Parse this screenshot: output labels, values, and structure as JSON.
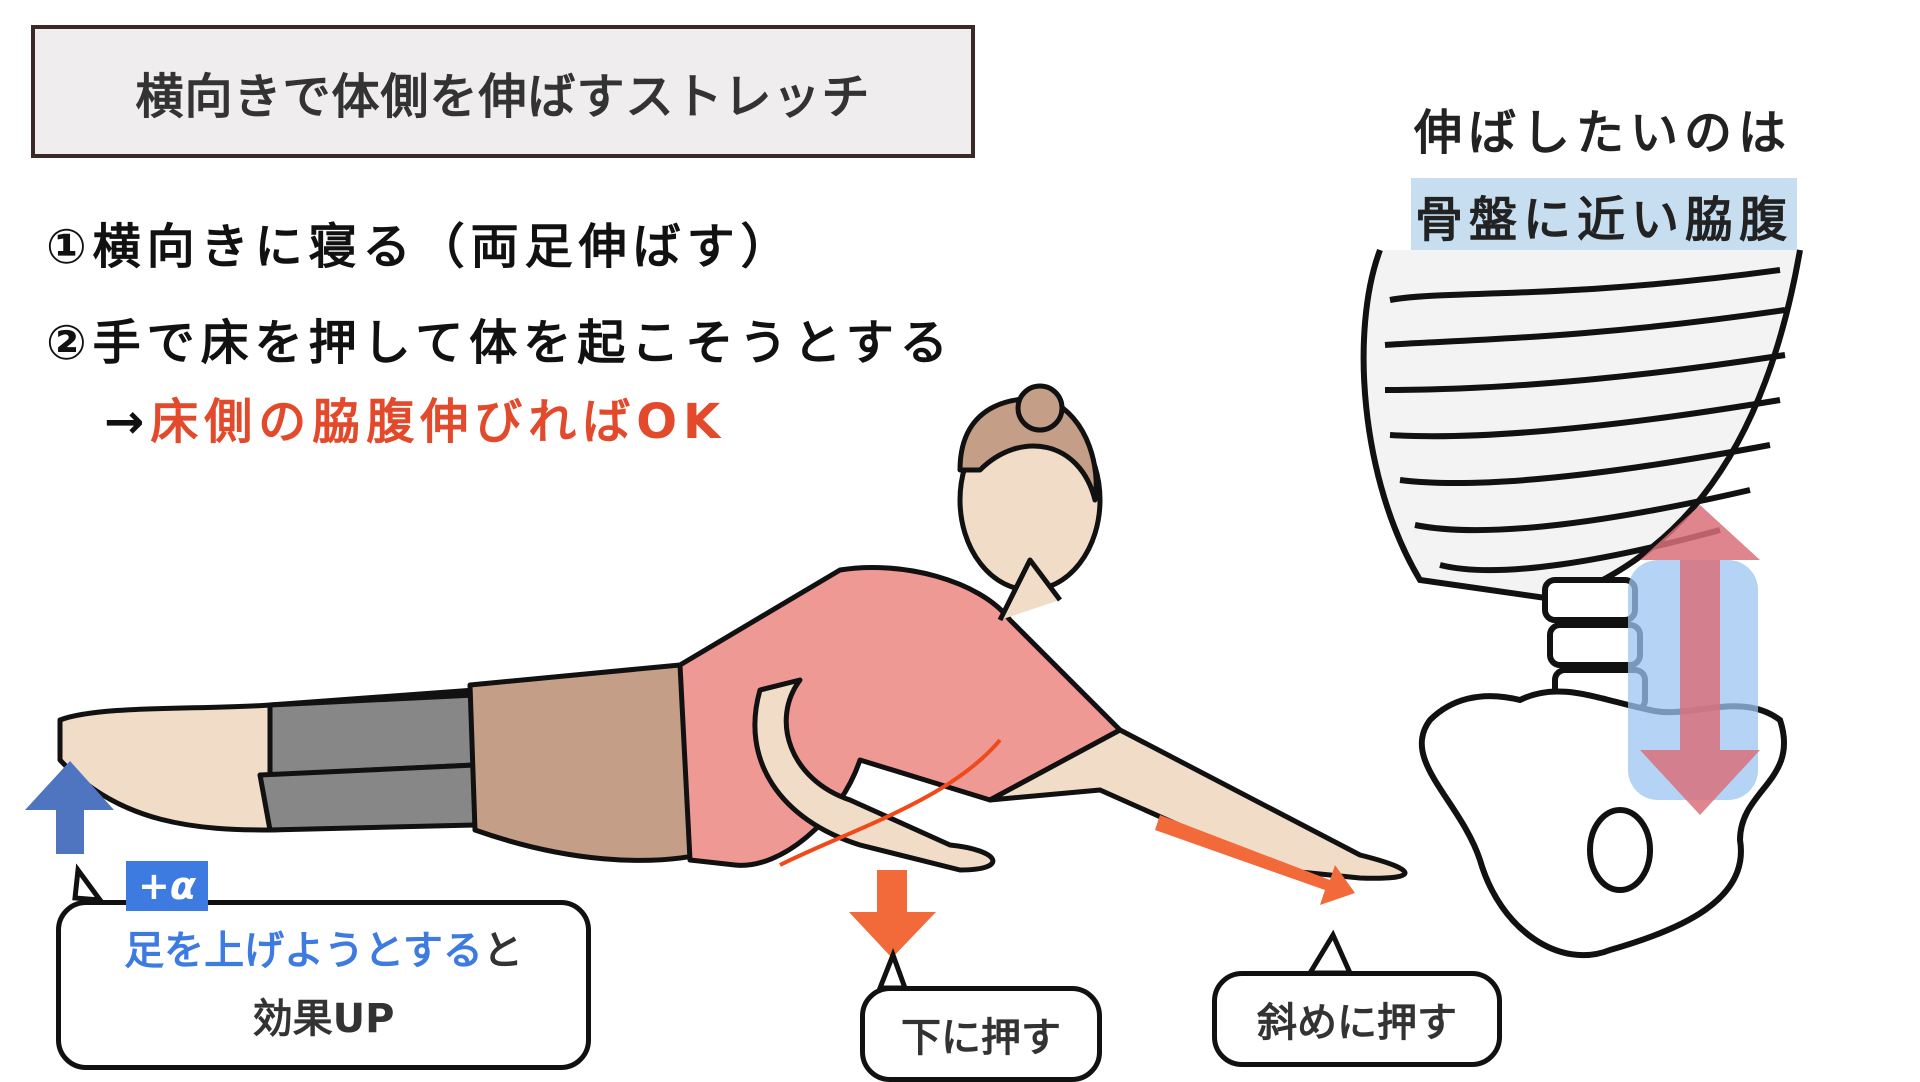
{
  "title": "横向きで体側を伸ばすストレッチ",
  "steps": {
    "step1": "①横向きに寝る（両足伸ばす）",
    "step2": "②手で床を押して体を起こそうとする",
    "step3_arrow": "→",
    "step3_result": "床側の脇腹伸びればOK"
  },
  "target": {
    "line1": "伸ばしたいのは",
    "line2": "骨盤に近い脇腹"
  },
  "bubbles": {
    "leg_badge": "+α",
    "leg_highlight": "足を上げようとする",
    "leg_suffix": "と",
    "leg_line2": "効果UP",
    "push_down": "下に押す",
    "push_diagonal": "斜めに押す"
  },
  "colors": {
    "accent_red": "#e24a2b",
    "arrow_orange": "#f26a3a",
    "accent_blue": "#3d7be0",
    "highlight_blue": "#c6deef"
  }
}
